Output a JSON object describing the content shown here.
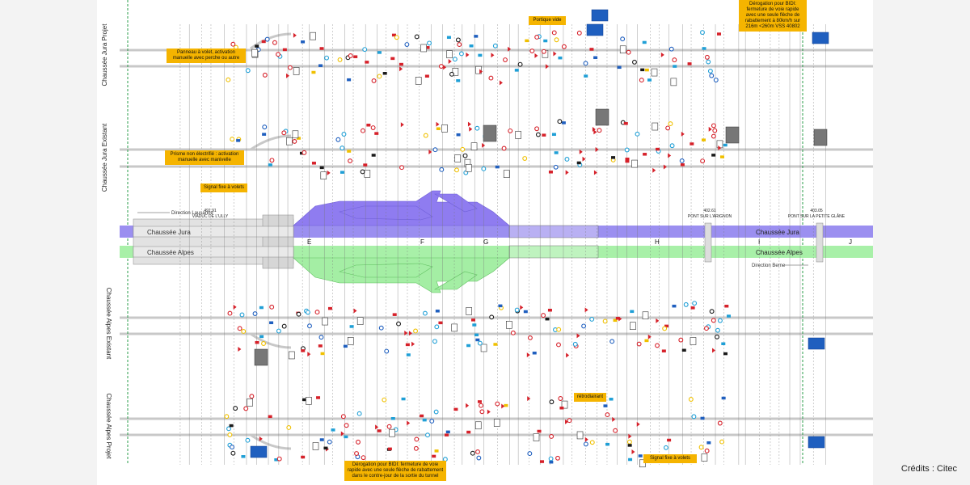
{
  "sections": {
    "jura_projet": "Chaussée Jura Projet",
    "jura_existant": "Chaussée Jura Existant",
    "alpes_existant": "Chaussée Alpes Existant",
    "alpes_projet": "Chaussée Alpes Projet"
  },
  "roads": {
    "jura": "Chaussée Jura",
    "alpes": "Chaussée Alpes",
    "jura_right": "Chaussée Jura",
    "alpes_right": "Chaussée Alpes"
  },
  "direction_lausanne": "Direction Lausanne",
  "direction_berne": "Direction Berne",
  "structures": [
    {
      "km": "491.91",
      "name": "VIADUC DE L'ULLY"
    },
    {
      "km": "402.61",
      "name": "PONT SUR L'ARIGNON"
    },
    {
      "km": "403.05",
      "name": "PONT SUR LA PETITE GLÂNE"
    }
  ],
  "junctions": [
    "E",
    "F",
    "G",
    "H",
    "I",
    "J"
  ],
  "notes": {
    "panneau_volet": "Panneau à volet, activation manuelle avec perche ou autre",
    "prisme": "Prisme non électrifié : activation manuelle avec manivelle",
    "signal_fixe_top": "Signal fixe à volets",
    "portique_vide": "Portique vide",
    "derogation_top": "Dérogation pour BIDI: fermeture de voie rapide avec une seule flèche de rabattement à 80km/h sur 216m <260m VSS 40802",
    "retrodiairant": "rétrodiairant",
    "signal_fixe_bottom": "Signal fixe à volets",
    "derogation_bottom": "Dérogation pour BIDI: fermeture de voie rapide avec une seule flèche de rabattement dans le contre-jour de la sortie du tunnel"
  },
  "credit": "Crédits : Citec",
  "colors": {
    "jura": "#9b8ff0",
    "alpes": "#a8f0a8",
    "note": "#f5b400",
    "track": "#c8c8c8"
  }
}
